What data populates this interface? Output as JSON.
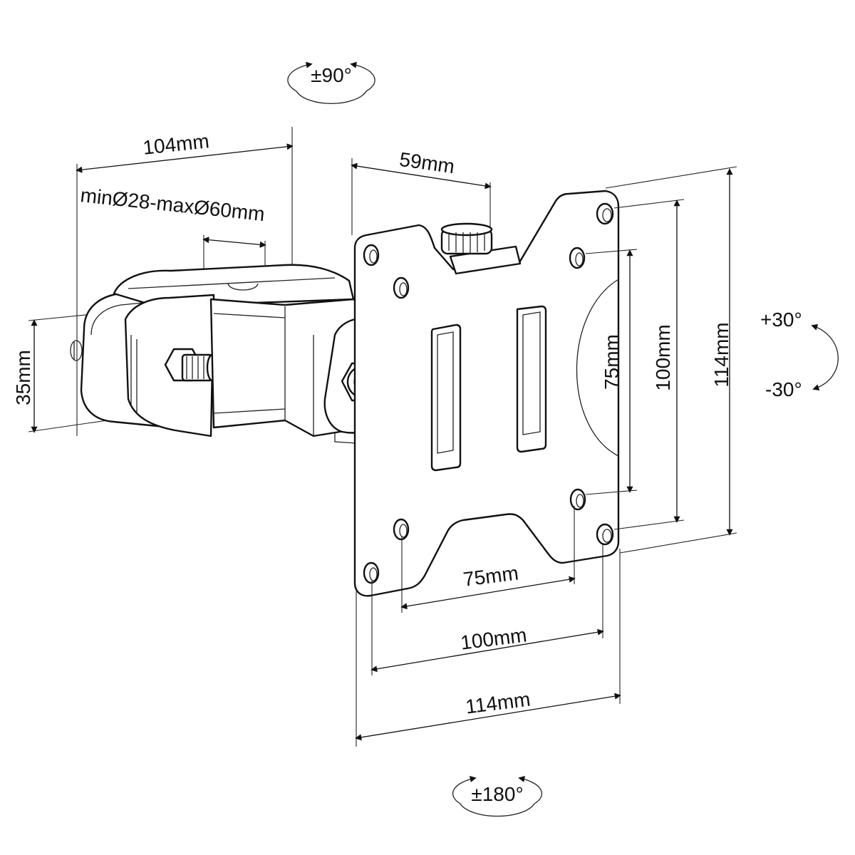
{
  "rotations": {
    "top_swivel": "±90°",
    "bottom_rotation": "±180°",
    "tilt_up": "+30°",
    "tilt_down": "-30°"
  },
  "dimensions": {
    "clamp_depth": "104mm",
    "clamp_range": "minØ28-maxØ60mm",
    "clamp_height": "35mm",
    "knob_offset": "59mm",
    "vesa_75_vertical": "75mm",
    "vesa_100_vertical": "100mm",
    "plate_height": "114mm",
    "vesa_75_horizontal": "75mm",
    "vesa_100_horizontal": "100mm",
    "plate_width": "114mm"
  }
}
